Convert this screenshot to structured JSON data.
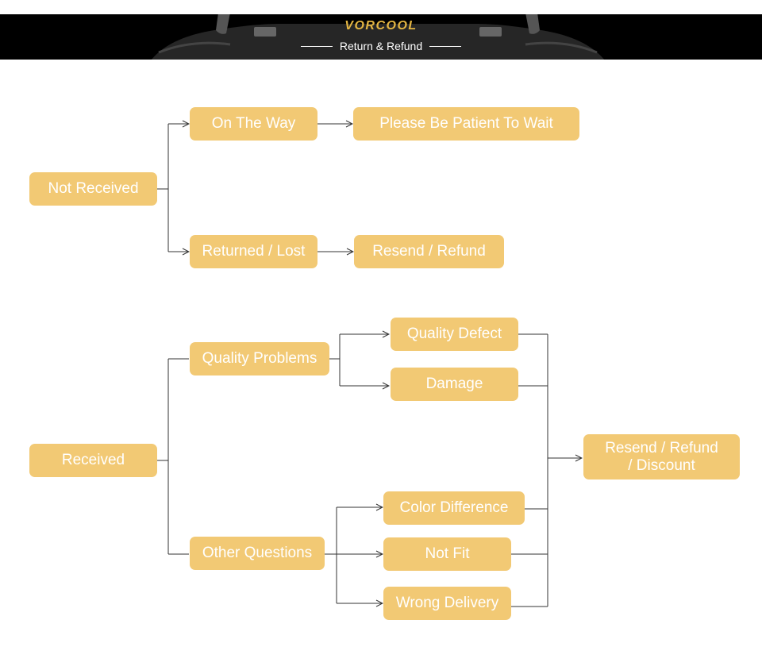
{
  "header": {
    "brand": "VORCOOL",
    "subtitle": "Return & Refund"
  },
  "colors": {
    "node_fill": "#f2c974",
    "node_text": "#ffffff",
    "line": "#333333",
    "header_bg": "#000000",
    "brand": "#e3b542"
  },
  "diagram": {
    "not_received": {
      "root": "Not Received",
      "on_the_way": "On The Way",
      "please_wait": "Please Be Patient To Wait",
      "returned_lost": "Returned / Lost",
      "resend_refund": "Resend / Refund"
    },
    "received": {
      "root": "Received",
      "quality_problems": "Quality Problems",
      "quality_defect": "Quality Defect",
      "damage": "Damage",
      "other_questions": "Other Questions",
      "color_difference": "Color Difference",
      "not_fit": "Not Fit",
      "wrong_delivery": "Wrong Delivery",
      "outcome": "Resend / Refund / Discount"
    }
  }
}
